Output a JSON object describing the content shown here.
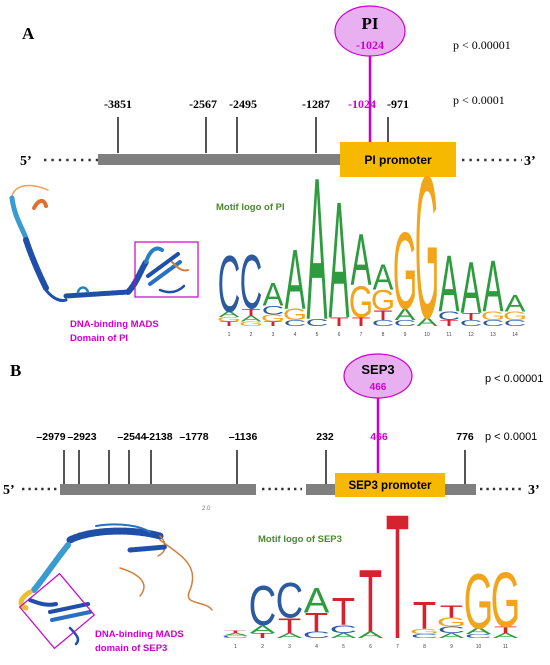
{
  "colors": {
    "magenta": "#cc00cc",
    "ellipse_fill": "#e8b0f0",
    "promoter_box": "#f7b800",
    "bar_gray": "#7f7f7f",
    "tick_gray": "#555555",
    "motif_title": "#4a8a2c",
    "base_A": "#2e9b3e",
    "base_C": "#2c5aa0",
    "base_G": "#f2a51a",
    "base_T": "#d6212e",
    "protein_blue": "#1f4fa8"
  },
  "panel_a": {
    "letter": "A",
    "tf_name": "PI",
    "tf_site": "-1024",
    "p_high": "p < 0.00001",
    "p_low": "p < 0.0001",
    "end5": "5’",
    "end3": "3’",
    "promoter_label": "PI promoter",
    "positions": [
      "-3851",
      "-2567",
      "-2495",
      "-1287",
      "-1024",
      "-971"
    ],
    "motif_title": "Motif logo of PI",
    "domain_label": "DNA-binding MADS\nDomain of PI",
    "logo_axis": [
      "1",
      "2",
      "3",
      "4",
      "5",
      "6",
      "7",
      "8",
      "9",
      "10",
      "11",
      "12",
      "13",
      "14"
    ]
  },
  "panel_b": {
    "letter": "B",
    "tf_name": "SEP3",
    "tf_site": "466",
    "p_high": "p < 0.00001",
    "p_low": "p < 0.0001",
    "end5": "5’",
    "end3": "3’",
    "promoter_label": "SEP3 promoter",
    "positions": [
      "–2979",
      "–2923",
      "–2544",
      "–2138",
      "–1778",
      "–1136",
      "232",
      "466",
      "776"
    ],
    "motif_title": "Motif logo of SEP3",
    "domain_label": "DNA-binding MADS\ndomain of SEP3",
    "logo_axis": [
      "1",
      "2",
      "3",
      "4",
      "5",
      "6",
      "7",
      "8",
      "9",
      "10",
      "11"
    ],
    "structure_note": "2.0"
  },
  "logo_a": [
    [
      {
        "b": "C",
        "h": 0.4
      },
      {
        "b": "A",
        "h": 0.04
      },
      {
        "b": "T",
        "h": 0.03
      },
      {
        "b": "G",
        "h": 0.03
      }
    ],
    [
      {
        "b": "C",
        "h": 0.38
      },
      {
        "b": "T",
        "h": 0.05
      },
      {
        "b": "A",
        "h": 0.04
      },
      {
        "b": "G",
        "h": 0.03
      }
    ],
    [
      {
        "b": "A",
        "h": 0.16
      },
      {
        "b": "C",
        "h": 0.06
      },
      {
        "b": "G",
        "h": 0.05
      },
      {
        "b": "T",
        "h": 0.03
      }
    ],
    [
      {
        "b": "A",
        "h": 0.42
      },
      {
        "b": "G",
        "h": 0.08
      },
      {
        "b": "C",
        "h": 0.04
      }
    ],
    [
      {
        "b": "A",
        "h": 1.0
      },
      {
        "b": "C",
        "h": 0.05
      }
    ],
    [
      {
        "b": "A",
        "h": 0.82
      },
      {
        "b": "T",
        "h": 0.06
      }
    ],
    [
      {
        "b": "A",
        "h": 0.36
      },
      {
        "b": "G",
        "h": 0.22
      },
      {
        "b": "T",
        "h": 0.06
      }
    ],
    [
      {
        "b": "A",
        "h": 0.18
      },
      {
        "b": "G",
        "h": 0.14
      },
      {
        "b": "T",
        "h": 0.07
      },
      {
        "b": "C",
        "h": 0.04
      }
    ],
    [
      {
        "b": "G",
        "h": 0.54
      },
      {
        "b": "A",
        "h": 0.08
      },
      {
        "b": "C",
        "h": 0.04
      }
    ],
    [
      {
        "b": "G",
        "h": 1.0
      },
      {
        "b": "A",
        "h": 0.06
      }
    ],
    [
      {
        "b": "A",
        "h": 0.4
      },
      {
        "b": "C",
        "h": 0.06
      },
      {
        "b": "T",
        "h": 0.04
      }
    ],
    [
      {
        "b": "A",
        "h": 0.36
      },
      {
        "b": "T",
        "h": 0.05
      },
      {
        "b": "C",
        "h": 0.04
      }
    ],
    [
      {
        "b": "A",
        "h": 0.36
      },
      {
        "b": "G",
        "h": 0.06
      },
      {
        "b": "C",
        "h": 0.04
      }
    ],
    [
      {
        "b": "A",
        "h": 0.12
      },
      {
        "b": "G",
        "h": 0.06
      },
      {
        "b": "C",
        "h": 0.04
      }
    ]
  ],
  "logo_b": [
    [
      {
        "b": "C",
        "h": 0.02
      },
      {
        "b": "A",
        "h": 0.02
      },
      {
        "b": "T",
        "h": 0.02
      }
    ],
    [
      {
        "b": "C",
        "h": 0.32
      },
      {
        "b": "A",
        "h": 0.06
      },
      {
        "b": "T",
        "h": 0.04
      }
    ],
    [
      {
        "b": "C",
        "h": 0.28
      },
      {
        "b": "T",
        "h": 0.12
      },
      {
        "b": "A",
        "h": 0.04
      }
    ],
    [
      {
        "b": "A",
        "h": 0.2
      },
      {
        "b": "T",
        "h": 0.15
      },
      {
        "b": "C",
        "h": 0.05
      }
    ],
    [
      {
        "b": "T",
        "h": 0.22
      },
      {
        "b": "C",
        "h": 0.06
      },
      {
        "b": "A",
        "h": 0.04
      }
    ],
    [
      {
        "b": "T",
        "h": 0.5
      },
      {
        "b": "A",
        "h": 0.05
      }
    ],
    [
      {
        "b": "T",
        "h": 1.0
      }
    ],
    [
      {
        "b": "T",
        "h": 0.22
      },
      {
        "b": "G",
        "h": 0.04
      },
      {
        "b": "C",
        "h": 0.03
      }
    ],
    [
      {
        "b": "T",
        "h": 0.1
      },
      {
        "b": "G",
        "h": 0.07
      },
      {
        "b": "C",
        "h": 0.05
      },
      {
        "b": "A",
        "h": 0.04
      }
    ],
    [
      {
        "b": "G",
        "h": 0.44
      },
      {
        "b": "A",
        "h": 0.05
      },
      {
        "b": "C",
        "h": 0.03
      }
    ],
    [
      {
        "b": "G",
        "h": 0.44
      },
      {
        "b": "T",
        "h": 0.05
      },
      {
        "b": "A",
        "h": 0.04
      }
    ]
  ]
}
